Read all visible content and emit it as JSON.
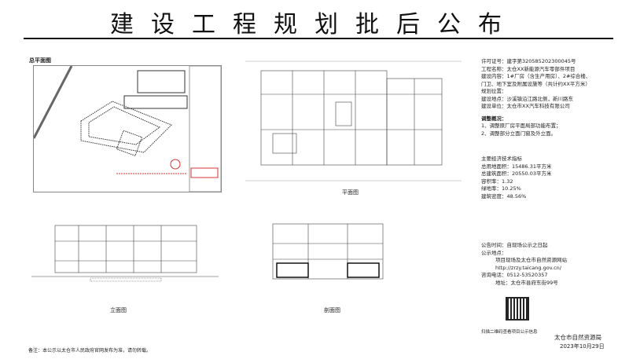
{
  "title": "建设工程规划批后公布",
  "drawings": {
    "site_plan": "总平面图",
    "floor_plan": "平面图",
    "elevation": "立面图",
    "section": "剖面图"
  },
  "info": {
    "permit": "许可证号：建字第320585202300045号",
    "project_lines": [
      "工程名称：太仓XX新能源汽车零部件项目",
      "建设内容：1#厂房（含生产用房）、2#综合楼、",
      "门卫、地下室及附属设施等（共计约XX平方米）",
      "规划位置："
    ],
    "location": "建设地点：沙溪镇沿江路北侧，新川路东",
    "unit": "建设单位：太仓市XX汽车科技有限公司",
    "overview_title": "调整概况：",
    "overview": [
      "1、调整原厂房平面局部功能布置；",
      "2、调整部分立面门窗及外立面。"
    ],
    "metrics_title": "主要经济技术指标",
    "metrics": [
      "总用地面积：15486.31平方米",
      "总建筑面积：20550.03平方米",
      "容积率：1.32",
      "绿地率：10.25%",
      "建筑密度：48.56%"
    ],
    "period": "公告时间：自现场公示之日起",
    "where_title": "公示地点：",
    "where": [
      "项目现场及太仓市自然资源网站",
      "http://zrzy.taicang.gov.cn/"
    ],
    "phone": "咨询电话：0512-53520357",
    "address": "地址：太仓市县府东街99号",
    "scan": "扫描二维码查看项目公示信息",
    "issuer": "太仓市自然资源局",
    "date": "2023年10月29日"
  },
  "note": "备注：本公示以太仓市人民政府官网发布为准，请勿转载。"
}
